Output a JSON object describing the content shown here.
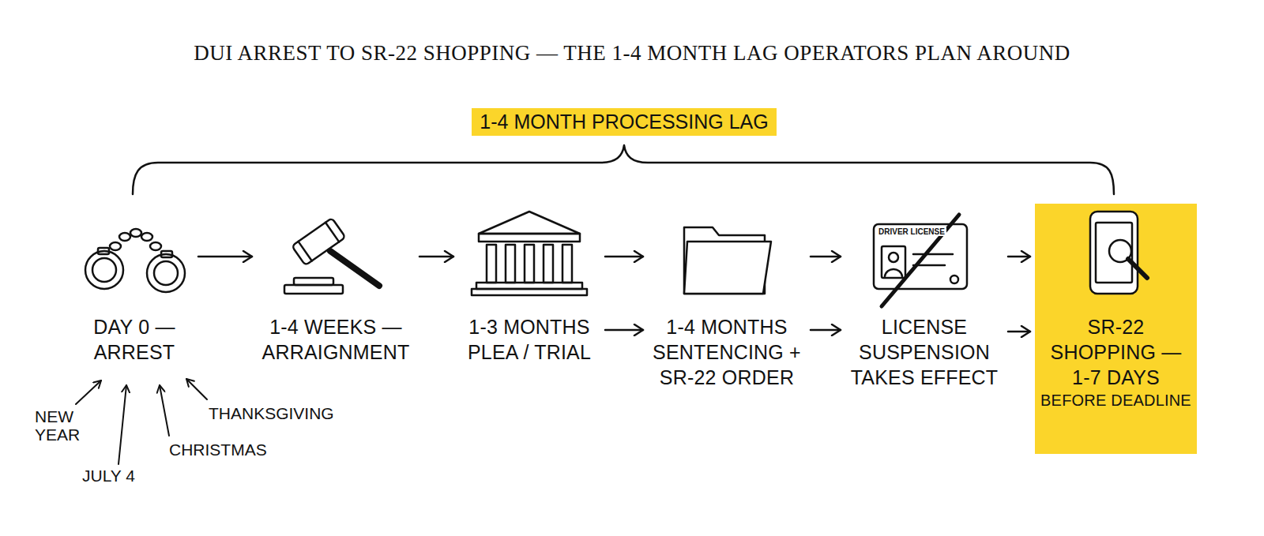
{
  "diagram": {
    "title": "DUI ARREST TO SR-22 SHOPPING — THE 1-4 MONTH LAG OPERATORS PLAN AROUND",
    "nodes": [
      {
        "text": [
          "DAY 0 — ARREST"
        ]
      },
      {
        "text": [
          "1-4 WEEKS — ARRAIGNMENT"
        ]
      },
      {
        "text": [
          "1-3 MONTHS PLEA / TRIAL"
        ]
      },
      {
        "text": [
          "1-4 MONTHS SENTENCING + SR-22 ORDER"
        ]
      },
      {
        "text": [
          "LICENSE SUSPENSION TAKES EFFECT"
        ]
      },
      {
        "text": [
          "SR-22 SHOPPING — 1-7 DAYS",
          "BEFORE DEADLINE"
        ]
      }
    ],
    "edges": [
      {
        "from": 0,
        "to": 1,
        "arrow": "to"
      },
      {
        "from": 1,
        "to": 2,
        "arrow": "to"
      },
      {
        "from": 2,
        "to": 3,
        "arrow": "to"
      },
      {
        "from": 3,
        "to": 4,
        "arrow": "to"
      },
      {
        "from": 4,
        "to": 5,
        "arrow": "to"
      },
      {
        "from": 2,
        "to": 3,
        "arrow": "to"
      },
      {
        "from": 3,
        "to": 4,
        "arrow": "to"
      },
      {
        "from": 4,
        "to": 5,
        "arrow": "to"
      }
    ],
    "labels": [
      "1-4 MONTH PROCESSING LAG",
      "DRIVER LICENSE",
      "NEW YEAR",
      "JULY 4",
      "CHRISTMAS",
      "THANKSGIVING"
    ]
  }
}
